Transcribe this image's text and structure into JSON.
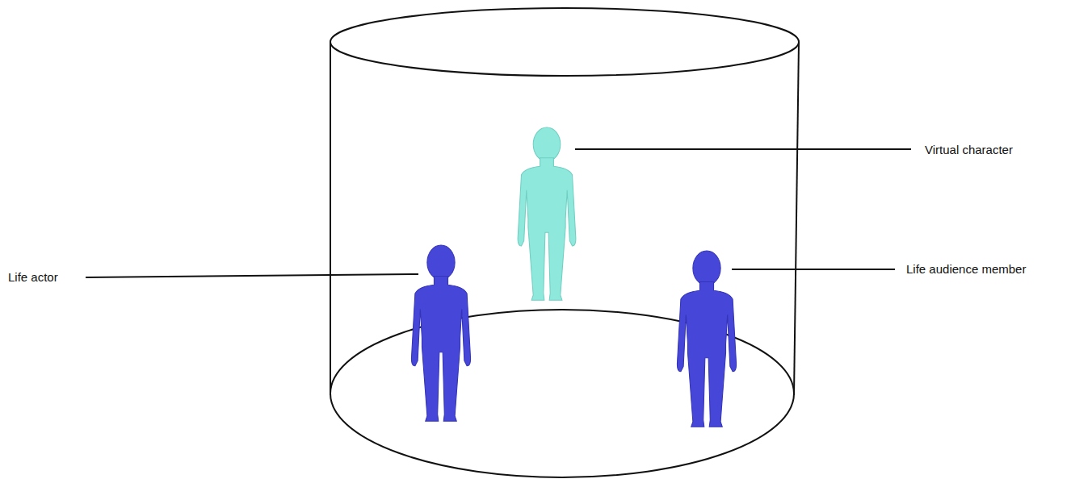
{
  "diagram": {
    "labels": [
      "Virtual character",
      "Life actor",
      "Life audience member"
    ]
  }
}
